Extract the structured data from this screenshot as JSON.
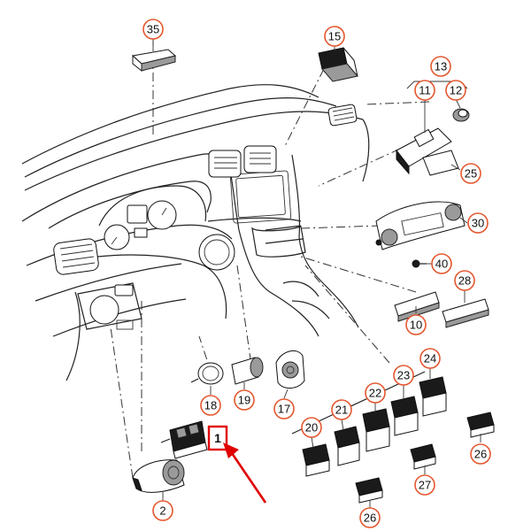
{
  "callouts": [
    {
      "id": "35",
      "label": "35"
    },
    {
      "id": "15",
      "label": "15"
    },
    {
      "id": "13",
      "label": "13"
    },
    {
      "id": "11",
      "label": "11"
    },
    {
      "id": "12",
      "label": "12"
    },
    {
      "id": "25",
      "label": "25"
    },
    {
      "id": "30",
      "label": "30"
    },
    {
      "id": "40",
      "label": "40"
    },
    {
      "id": "28",
      "label": "28"
    },
    {
      "id": "10",
      "label": "10"
    },
    {
      "id": "24",
      "label": "24"
    },
    {
      "id": "23",
      "label": "23"
    },
    {
      "id": "22",
      "label": "22"
    },
    {
      "id": "21",
      "label": "21"
    },
    {
      "id": "20",
      "label": "20"
    },
    {
      "id": "26a",
      "label": "26"
    },
    {
      "id": "26b",
      "label": "26"
    },
    {
      "id": "27",
      "label": "27"
    },
    {
      "id": "18",
      "label": "18"
    },
    {
      "id": "19",
      "label": "19"
    },
    {
      "id": "17",
      "label": "17"
    },
    {
      "id": "1",
      "label": "1"
    },
    {
      "id": "2",
      "label": "2"
    }
  ],
  "highlight": {
    "label": "1",
    "color": "#e00000"
  },
  "colors": {
    "callout_ring": "#e4572e",
    "arrow": "#e00000",
    "linework": "#222222"
  }
}
